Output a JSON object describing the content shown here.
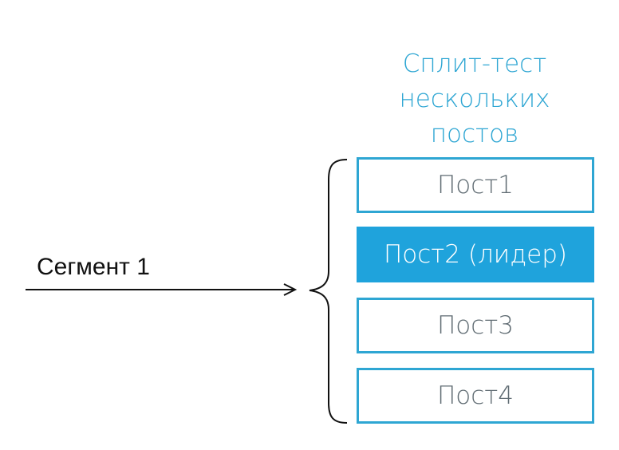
{
  "title": {
    "lines": [
      "Сплит-тест",
      "нескольких",
      "постов"
    ]
  },
  "segment": {
    "label": "Сегмент 1"
  },
  "posts": [
    {
      "label": "Пост1",
      "leader": false
    },
    {
      "label": "Пост2 (лидер)",
      "leader": true
    },
    {
      "label": "Пост3",
      "leader": false
    },
    {
      "label": "Пост4",
      "leader": false
    }
  ],
  "colors": {
    "accent": "#2ea6d3",
    "leader_fill": "#1fa3dc",
    "post_text": "#5f6b72",
    "line": "#111111"
  }
}
